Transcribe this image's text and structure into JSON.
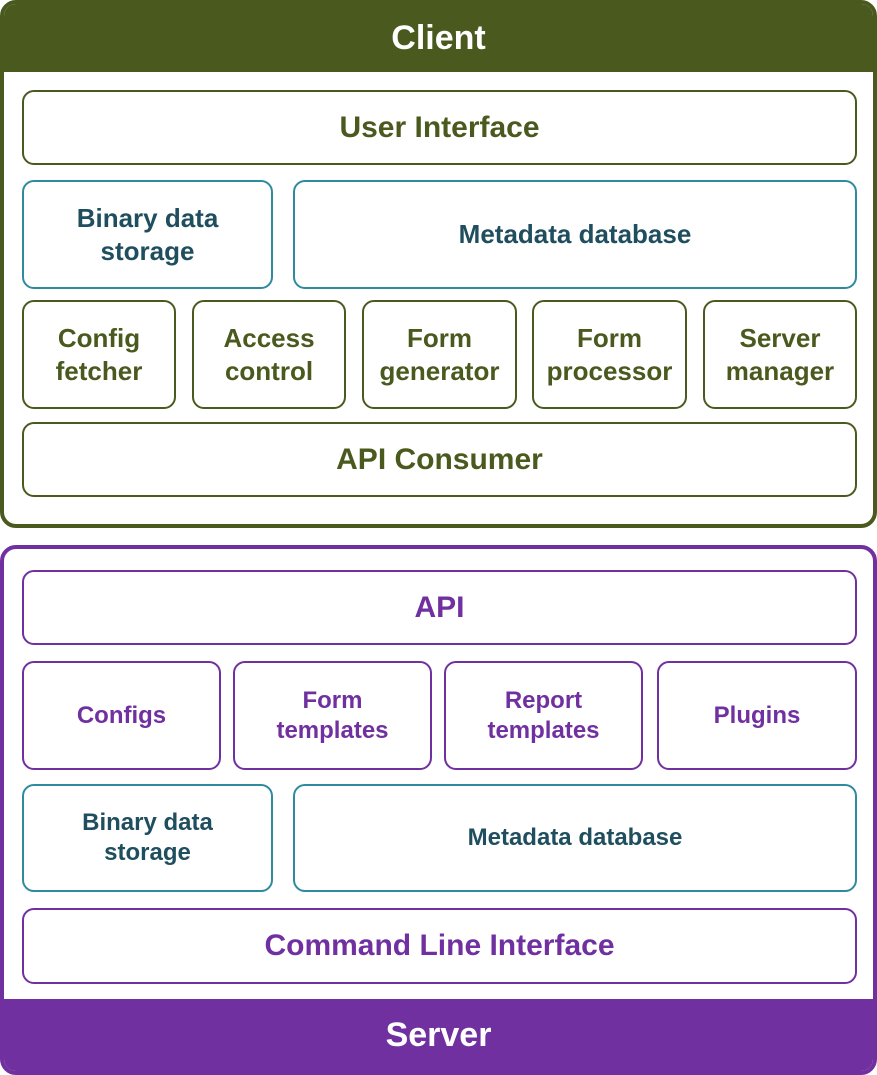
{
  "client": {
    "title": "Client",
    "user_interface": "User Interface",
    "binary_storage": "Binary data\nstorage",
    "metadata_db": "Metadata database",
    "modules": [
      "Config\nfetcher",
      "Access\ncontrol",
      "Form\ngenerator",
      "Form\nprocessor",
      "Server\nmanager"
    ],
    "api_consumer": "API Consumer"
  },
  "server": {
    "title": "Server",
    "api": "API",
    "modules": [
      "Configs",
      "Form\ntemplates",
      "Report\ntemplates",
      "Plugins"
    ],
    "binary_storage": "Binary data\nstorage",
    "metadata_db": "Metadata database",
    "cli": "Command Line Interface"
  },
  "colors": {
    "client": "#4a5a1e",
    "server": "#7030a0",
    "storage": "#2f8a9e"
  }
}
